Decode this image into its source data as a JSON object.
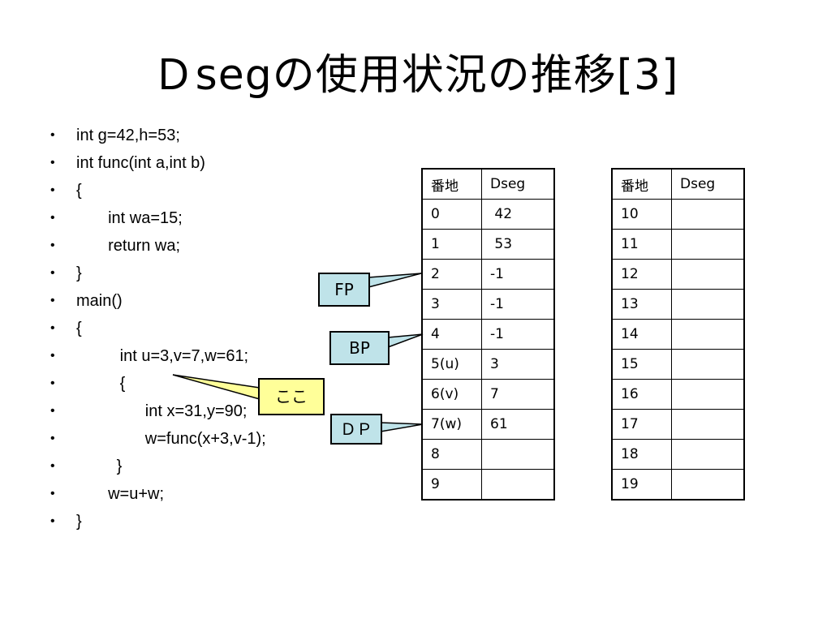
{
  "title": "Ｄsegの使用状況の推移[3]",
  "code_lines": [
    "int g=42,h=53;",
    "int func(int a,int b)",
    "{",
    "  int wa=15;",
    "  return wa;",
    "}",
    "main()",
    "{",
    "   int u=3,v=7,w=61;",
    "   {",
    "     int x=31,y=90;",
    "     w=func(x+3,v-1);",
    "   }",
    "  w=u+w;",
    "}"
  ],
  "bullet": "•",
  "table_headers": {
    "addr": "番地",
    "value": "Dseg"
  },
  "table_left": [
    {
      "addr": "0",
      "value": " 42"
    },
    {
      "addr": "1",
      "value": " 53"
    },
    {
      "addr": "2",
      "value": "-1"
    },
    {
      "addr": "3",
      "value": "-1"
    },
    {
      "addr": "4",
      "value": "-1"
    },
    {
      "addr": "5(u)",
      "value": "3"
    },
    {
      "addr": "6(v)",
      "value": "7"
    },
    {
      "addr": "7(w)",
      "value": "61"
    },
    {
      "addr": "8",
      "value": ""
    },
    {
      "addr": "9",
      "value": ""
    }
  ],
  "table_right": [
    {
      "addr": "10",
      "value": ""
    },
    {
      "addr": "11",
      "value": ""
    },
    {
      "addr": "12",
      "value": ""
    },
    {
      "addr": "13",
      "value": ""
    },
    {
      "addr": "14",
      "value": ""
    },
    {
      "addr": "15",
      "value": ""
    },
    {
      "addr": "16",
      "value": ""
    },
    {
      "addr": "17",
      "value": ""
    },
    {
      "addr": "18",
      "value": ""
    },
    {
      "addr": "19",
      "value": ""
    }
  ],
  "callouts": {
    "fp": "FP",
    "bp": "BP",
    "dp": "ＤＰ",
    "here": "ここ"
  },
  "colors": {
    "pointer_fill": "#bfe3e9",
    "here_fill": "#ffff99"
  }
}
